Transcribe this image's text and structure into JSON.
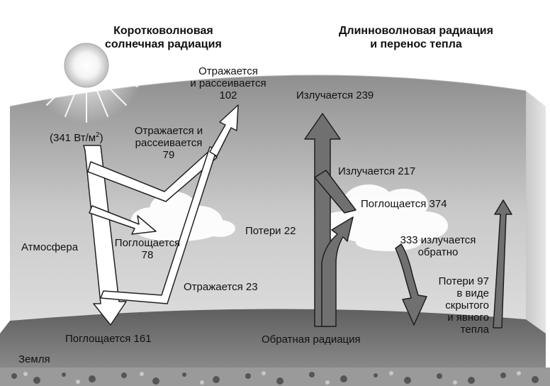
{
  "headings": {
    "shortwave": [
      "Коротковолновая",
      "солнечная радиация"
    ],
    "longwave": [
      "Длинноволновая радиация",
      "и перенос тепла"
    ]
  },
  "shortwave": {
    "incoming": {
      "prefix": "(341 Вт/м",
      "sup": "2",
      "suffix": ")",
      "value": 341
    },
    "reflected_total": {
      "lines": [
        "Отражается",
        "и рассеивается",
        "102"
      ],
      "value": 102
    },
    "reflected_atmosphere": {
      "lines": [
        "Отражается и",
        "рассеивается",
        "79"
      ],
      "value": 79
    },
    "absorbed_atmosphere": {
      "lines": [
        "Поглощается",
        "78"
      ],
      "value": 78
    },
    "reflected_surface": {
      "text": "Отражается 23",
      "value": 23
    },
    "absorbed_surface": {
      "text": "Поглощается 161",
      "value": 161
    }
  },
  "longwave": {
    "emitted_total": {
      "text": "Излучается 239",
      "value": 239
    },
    "emitted_atmosphere": {
      "text": "Излучается 217",
      "value": 217
    },
    "absorbed_atmosphere": {
      "text": "Поглощается 374",
      "value": 374
    },
    "losses": {
      "text": "Потери 22",
      "value": 22
    },
    "back_radiation_emitted": {
      "lines": [
        "333 излучается",
        "обратно"
      ],
      "value": 333
    },
    "latent_sensible": {
      "lines": [
        "Потери 97",
        "в виде",
        "скрытого",
        "и явного",
        "тепла"
      ],
      "value": 97
    },
    "back_radiation": {
      "text": "Обратная радиация"
    }
  },
  "regions": {
    "atmosphere": "Атмосфера",
    "earth": "Земля"
  },
  "icons": {
    "sun": "sun-icon",
    "cloud_left": "cloud-icon",
    "cloud_right": "cloud-icon"
  },
  "colors": {
    "sky_top": "#a8a8a8",
    "sky_bottom": "#d7d7d7",
    "ground": "#6e6e6e",
    "arrow_white": "#ffffff",
    "arrow_dark": "#6f6f6f",
    "arrow_stroke": "#222222"
  }
}
